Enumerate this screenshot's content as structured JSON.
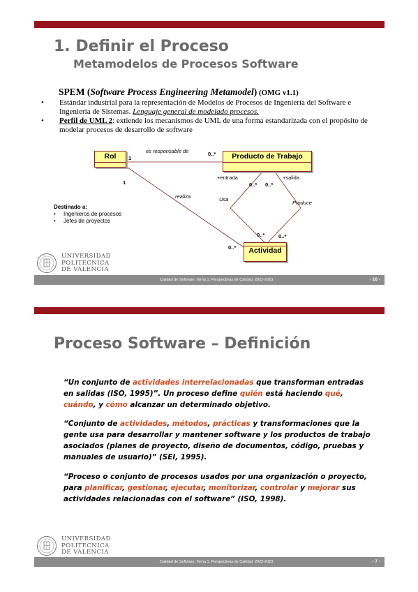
{
  "slide1": {
    "title": "1. Definir el Proceso",
    "subtitle": "Metamodelos de Procesos Software",
    "spem": {
      "abbr": "SPEM (",
      "full": "Software Process Engineering Metamodel",
      "close": ")",
      "version": " (OMG v1.1)"
    },
    "bullets": [
      {
        "label": "",
        "text": "Estándar industrial para la representación de Modelos de Procesos de Ingeniería del Software e Ingeniería de Sistemas. ",
        "emph": "Lenguaje general de modelado procesos."
      },
      {
        "label": "Perfil de UML 2",
        "text": ": extiende los mecanismos de UML de una forma estandarizada con el propósito de modelar procesos de desarrollo de software",
        "emph": ""
      }
    ],
    "diagram": {
      "classes": {
        "rol": "Rol",
        "producto": "Producto de Trabajo",
        "actividad": "Actividad"
      },
      "labels": {
        "es_responsable": "es responsable de",
        "entrada": "+entrada",
        "salida": "+salida",
        "usa": "Usa",
        "produce": "Produce",
        "realiza": "realiza"
      },
      "multiplicities": {
        "rol_prod_rol": "1",
        "rol_prod_prod": "0..*",
        "rol_act_rol": "1",
        "entrada_prod": "0..*",
        "salida_prod": "0..*",
        "usa_act": "0..*",
        "produce_act": "0..*",
        "realiza_act": "0..*"
      }
    },
    "destinado": {
      "title": "Destinado a:",
      "items": [
        "Ingenieros de procesos",
        "Jefes de proyectos"
      ]
    },
    "logo": [
      "UNIVERSIDAD",
      "POLITECNICA",
      "DE VALENCIA"
    ],
    "footer": "Calidad de Software, Tema 1. Perspectivas de Calidad, 2022-2023",
    "page": "- 16 -"
  },
  "slide2": {
    "title": "Proceso Software – Definición",
    "quotes": [
      [
        {
          "t": "“Un conjunto de "
        },
        {
          "t": "actividades interrelacionadas",
          "hl": true
        },
        {
          "t": " que transforman entradas en salidas (ISO, 1995)”. Un proceso define "
        },
        {
          "t": "quién",
          "hl": true
        },
        {
          "t": " está haciendo "
        },
        {
          "t": "qué",
          "hl": true
        },
        {
          "t": ", "
        },
        {
          "t": "cuándo",
          "hl": true
        },
        {
          "t": ", y "
        },
        {
          "t": "cómo",
          "hl": true
        },
        {
          "t": " alcanzar un determinado objetivo."
        }
      ],
      [
        {
          "t": "“Conjunto de "
        },
        {
          "t": "actividades",
          "hl": true
        },
        {
          "t": ", "
        },
        {
          "t": "métodos",
          "hl": true
        },
        {
          "t": ", "
        },
        {
          "t": "prácticas",
          "hl": true
        },
        {
          "t": "  y transformaciones que la gente usa para desarrollar y mantener software y los productos de trabajo asociados (planes de proyecto, diseño de documentos, código, pruebas y manuales de usuario)” (SEI, 1995)."
        }
      ],
      [
        {
          "t": "“Proceso o conjunto de procesos usados por una organización o proyecto, para "
        },
        {
          "t": "planificar",
          "hl": true
        },
        {
          "t": ", "
        },
        {
          "t": "gestionar",
          "hl": true
        },
        {
          "t": ", "
        },
        {
          "t": "ejecutar",
          "hl": true
        },
        {
          "t": ", "
        },
        {
          "t": "monitorizar",
          "hl": true
        },
        {
          "t": ", "
        },
        {
          "t": "controlar",
          "hl": true
        },
        {
          "t": " y "
        },
        {
          "t": "mejorar",
          "hl": true
        },
        {
          "t": " sus actividades relacionadas con el software” (ISO, 1998)."
        }
      ]
    ],
    "logo": [
      "UNIVERSIDAD",
      "POLITECNICA",
      "DE VALENCIA"
    ],
    "footer": "Calidad de Software, Tema 1. Perspectivas de Calidad, 2022-2023",
    "page": "- 7 -"
  },
  "colors": {
    "bar": "#98141d",
    "highlight": "#d54a1e",
    "uml_fill": "#ffff99",
    "uml_border": "#8b2020",
    "footer": "#8c8c8c"
  }
}
